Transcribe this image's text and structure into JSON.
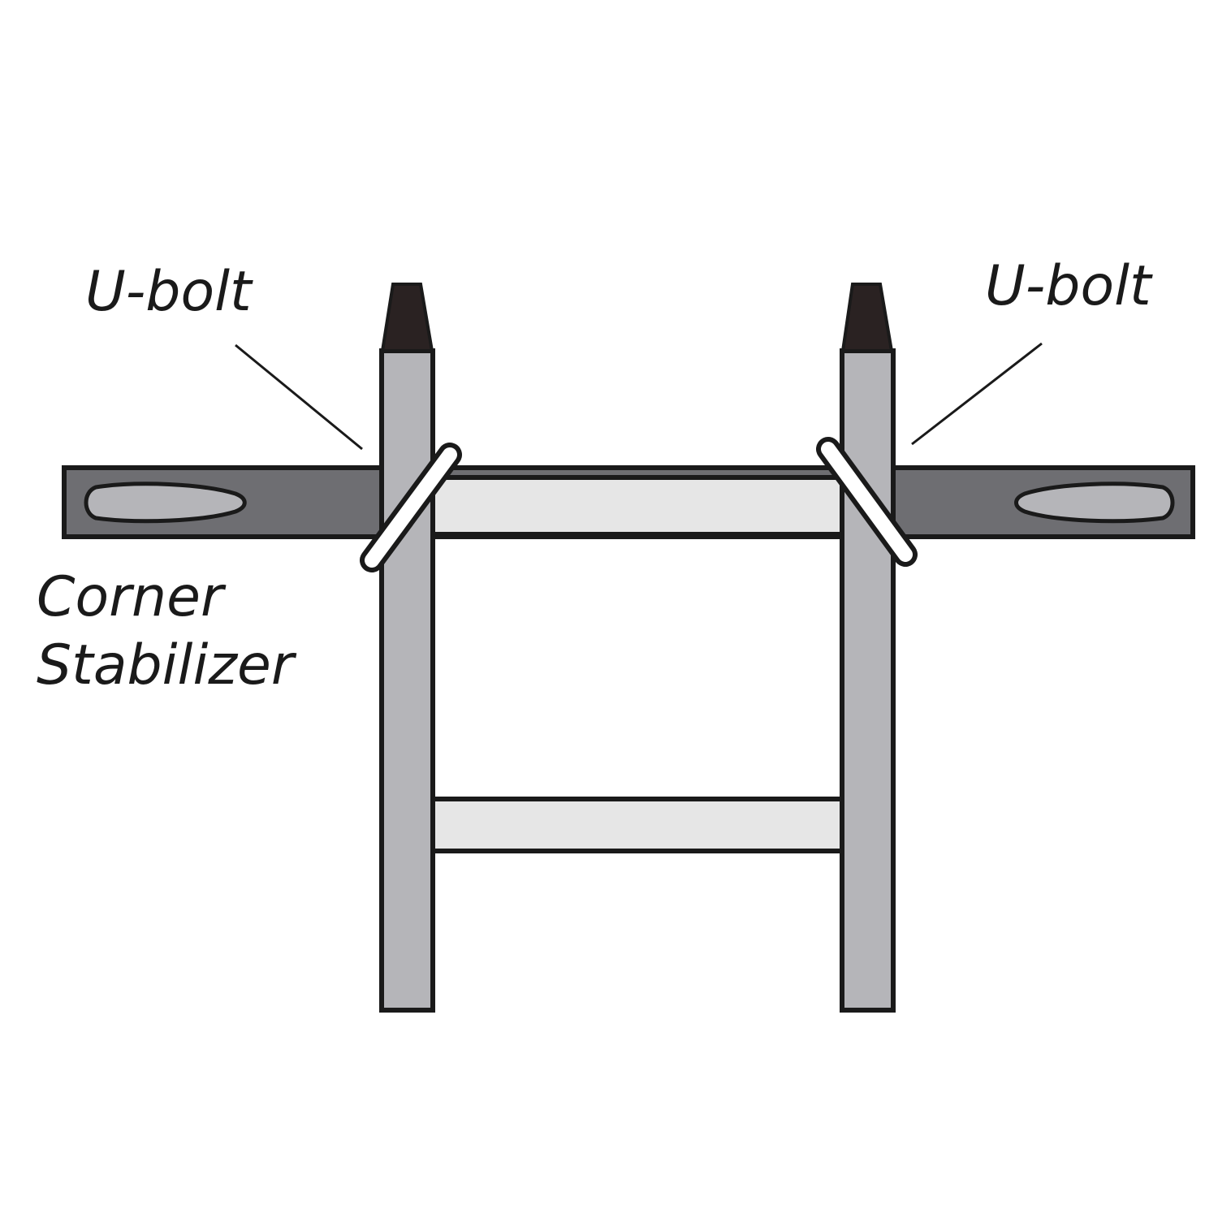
{
  "labels": {
    "ubolt_left": "U-bolt",
    "ubolt_right": "U-bolt",
    "stabilizer_line1": "Corner",
    "stabilizer_line2": "Stabilizer"
  },
  "colors": {
    "background": "#ffffff",
    "outline": "#1a1a1a",
    "rail_fill": "#b5b5b9",
    "rung_fill": "#e6e6e6",
    "bar_fill": "#6e6e72",
    "slot_fill": "#b5b5b9",
    "cap_fill": "#2a2222",
    "bolt_fill": "#ffffff"
  }
}
